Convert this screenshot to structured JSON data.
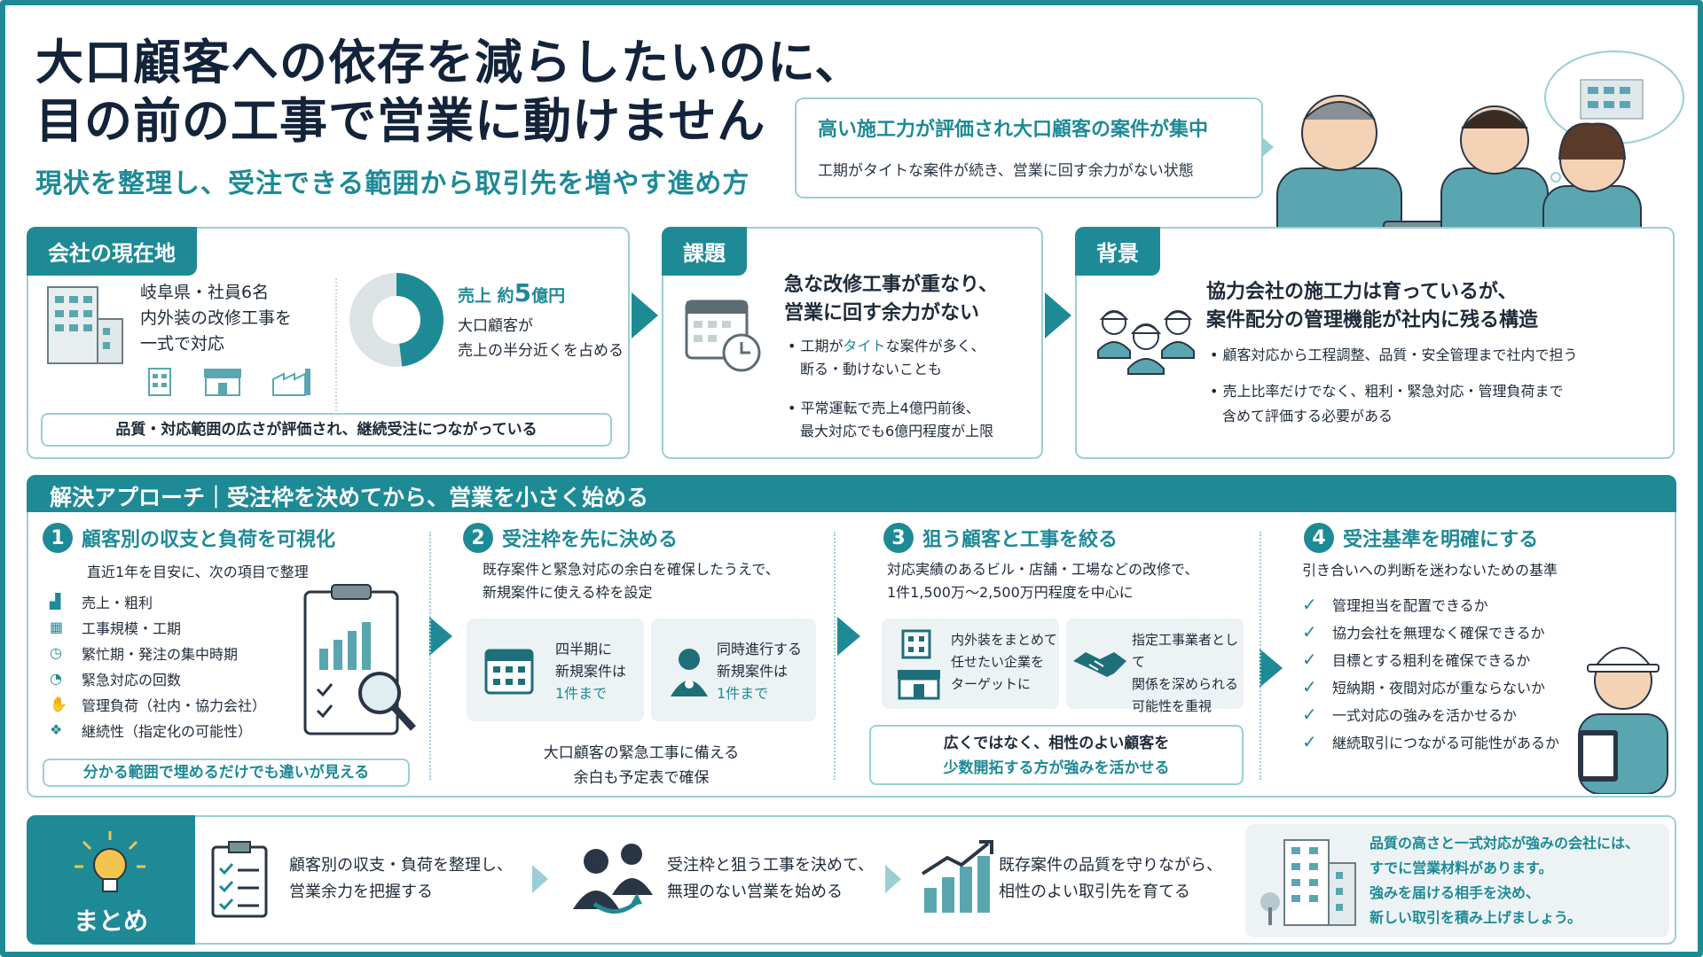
{
  "header": {
    "title_line1": "大口顧客への依存を減らしたいのに、",
    "title_line2": "目の前の工事で営業に動けません",
    "subtitle": "現状を整理し、受注できる範囲から取引先を増やす進め方"
  },
  "speech": {
    "heading": "高い施工力が評価され大口顧客の案件が集中",
    "body": "工期がタイトな案件が続き、営業に回す余力がない状態"
  },
  "company": {
    "tab": "会社の現在地",
    "line1": "岐阜県・社員6名",
    "line2": "内外装の改修工事を",
    "line3": "一式で対応",
    "sales_prefix": "売上 約",
    "sales_num": "5",
    "sales_suffix": "億円",
    "share1": "大口顧客が",
    "share2": "売上の半分近くを占める",
    "share_fraction": 0.48,
    "footer": "品質・対応範囲の広さが評価され、継続受注につながっている"
  },
  "issue": {
    "tab": "課題",
    "heading1": "急な改修工事が重なり、",
    "heading2": "営業に回す余力がない",
    "b1_pre": "工期が",
    "b1_hl": "タイト",
    "b1_post": "な案件が多く、",
    "b1_l2": "断る・動けないことも",
    "b2_l1": "平常運転で売上4億円前後、",
    "b2_l2": "最大対応でも6億円程度が上限"
  },
  "background": {
    "tab": "背景",
    "heading1": "協力会社の施工力は育っているが、",
    "heading2": "案件配分の管理機能が社内に残る構造",
    "b1": "顧客対応から工程調整、品質・安全管理まで社内で担う",
    "b2_l1": "売上比率だけでなく、粗利・緊急対応・管理負荷まで",
    "b2_l2": "含めて評価する必要がある"
  },
  "solution": {
    "bar": "解決アプローチ｜受注枠を決めてから、営業を小さく始める",
    "step1": {
      "num": "1",
      "title": "顧客別の収支と負荷を可視化",
      "desc": "直近1年を目安に、次の項目で整理",
      "items": [
        "売上・粗利",
        "工事規模・工期",
        "繁忙期・発注の集中時期",
        "緊急対応の回数",
        "管理負荷（社内・協力会社）",
        "継続性（指定化の可能性）"
      ],
      "footer": "分かる範囲で埋めるだけでも違いが見える"
    },
    "step2": {
      "num": "2",
      "title": "受注枠を先に決める",
      "desc1": "既存案件と緊急対応の余白を確保したうえで、",
      "desc2": "新規案件に使える枠を設定",
      "card1": [
        "四半期に",
        "新規案件は",
        "1件まで"
      ],
      "card2": [
        "同時進行する",
        "新規案件は",
        "1件まで"
      ],
      "footer1": "大口顧客の緊急工事に備える",
      "footer2": "余白も予定表で確保"
    },
    "step3": {
      "num": "3",
      "title": "狙う顧客と工事を絞る",
      "desc1": "対応実績のあるビル・店舗・工場などの改修で、",
      "desc2": "1件1,500万～2,500万円程度を中心に",
      "card1": [
        "内外装をまとめて",
        "任せたい企業を",
        "ターゲットに"
      ],
      "card2": [
        "指定工事業者として",
        "関係を深められる",
        "可能性を重視"
      ],
      "footer1": "広くではなく、相性のよい顧客を",
      "footer2": "少数開拓する方が強みを活かせる"
    },
    "step4": {
      "num": "4",
      "title": "受注基準を明確にする",
      "desc": "引き合いへの判断を迷わないための基準",
      "checks": [
        "管理担当を配置できるか",
        "協力会社を無理なく確保できるか",
        "目標とする粗利を確保できるか",
        "短納期・夜間対応が重ならないか",
        "一式対応の強みを活かせるか",
        "継続取引につながる可能性があるか"
      ]
    }
  },
  "summary": {
    "label": "まとめ",
    "s1_l1": "顧客別の収支・負荷を整理し、",
    "s1_l2": "営業余力を把握する",
    "s2_l1": "受注枠と狙う工事を決めて、",
    "s2_l2": "無理のない営業を始める",
    "s3_l1": "既存案件の品質を守りながら、",
    "s3_l2": "相性のよい取引先を育てる",
    "card": [
      "品質の高さと一式対応が強みの会社には、",
      "すでに営業材料があります。",
      "強みを届ける相手を決め、",
      "新しい取引を積み上げましょう。"
    ]
  },
  "colors": {
    "accent": "#1e8a96",
    "light": "#9ccfd5",
    "card": "#edf3f4",
    "text": "#1f2b3a"
  }
}
